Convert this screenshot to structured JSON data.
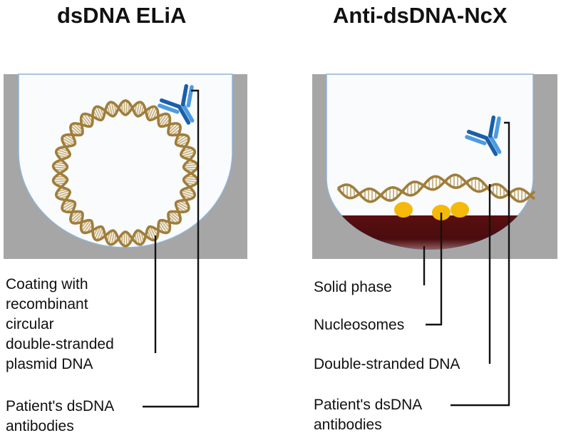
{
  "colors": {
    "plate": "#a6a6a6",
    "well_fill": "#f9fbfd",
    "well_edge": "#8fb4d6",
    "dna": "#a07d3a",
    "dna_rung": "#c8b27f",
    "antibody_dark": "#1a5fa8",
    "antibody_light": "#4d9be0",
    "nucleosome": "#f5b90a",
    "solid_phase_dark": "#5a0f10",
    "solid_phase_light": "#c9a3a3",
    "leader": "#111111"
  },
  "left_panel": {
    "title": "dsDNA ELiA",
    "label_coating": [
      "Coating with",
      "recombinant",
      "circular",
      "double-stranded",
      "plasmid DNA"
    ],
    "label_antibodies": [
      "Patient's dsDNA",
      "antibodies"
    ]
  },
  "right_panel": {
    "title": "Anti-dsDNA-NcX",
    "label_solid_phase": "Solid phase",
    "label_nucleosomes": "Nucleosomes",
    "label_dsdna": "Double-stranded DNA",
    "label_antibodies": [
      "Patient's dsDNA",
      "antibodies"
    ]
  }
}
